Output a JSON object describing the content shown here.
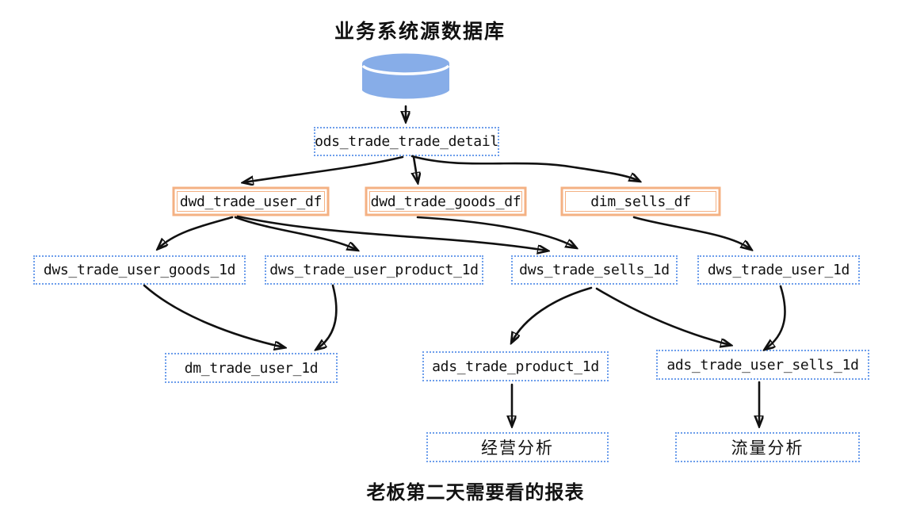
{
  "colors": {
    "node_border_blue": "#6d9eeb",
    "node_border_orange": "#f4b183",
    "database_blue": "#87ade8",
    "arrow_black": "#111111"
  },
  "diagram": {
    "top_title": "业务系统源数据库",
    "bottom_caption": "老板第二天需要看的报表",
    "nodes": {
      "ods": "ods_trade_trade_detail",
      "dwd_user": "dwd_trade_user_df",
      "dwd_goods": "dwd_trade_goods_df",
      "dim_sells": "dim_sells_df",
      "dws_user_goods": "dws_trade_user_goods_1d",
      "dws_user_product": "dws_trade_user_product_1d",
      "dws_sells": "dws_trade_sells_1d",
      "dws_user": "dws_trade_user_1d",
      "dm_user": "dm_trade_user_1d",
      "ads_product": "ads_trade_product_1d",
      "ads_user_sells": "ads_trade_user_sells_1d",
      "report_business": "经营分析",
      "report_traffic": "流量分析"
    },
    "edges": [
      {
        "from": "source-database",
        "to": "ods"
      },
      {
        "from": "ods",
        "to": "dwd_user"
      },
      {
        "from": "ods",
        "to": "dwd_goods"
      },
      {
        "from": "ods",
        "to": "dim_sells"
      },
      {
        "from": "dwd_user",
        "to": "dws_user_goods"
      },
      {
        "from": "dwd_user",
        "to": "dws_user_product"
      },
      {
        "from": "dwd_user",
        "to": "dws_sells"
      },
      {
        "from": "dwd_goods",
        "to": "dws_sells"
      },
      {
        "from": "dim_sells",
        "to": "dws_user"
      },
      {
        "from": "dws_user_goods",
        "to": "dm_user"
      },
      {
        "from": "dws_user_product",
        "to": "dm_user"
      },
      {
        "from": "dws_sells",
        "to": "ads_product"
      },
      {
        "from": "dws_sells",
        "to": "ads_user_sells"
      },
      {
        "from": "dws_user",
        "to": "ads_user_sells"
      },
      {
        "from": "ads_product",
        "to": "report_business"
      },
      {
        "from": "ads_user_sells",
        "to": "report_traffic"
      }
    ]
  }
}
